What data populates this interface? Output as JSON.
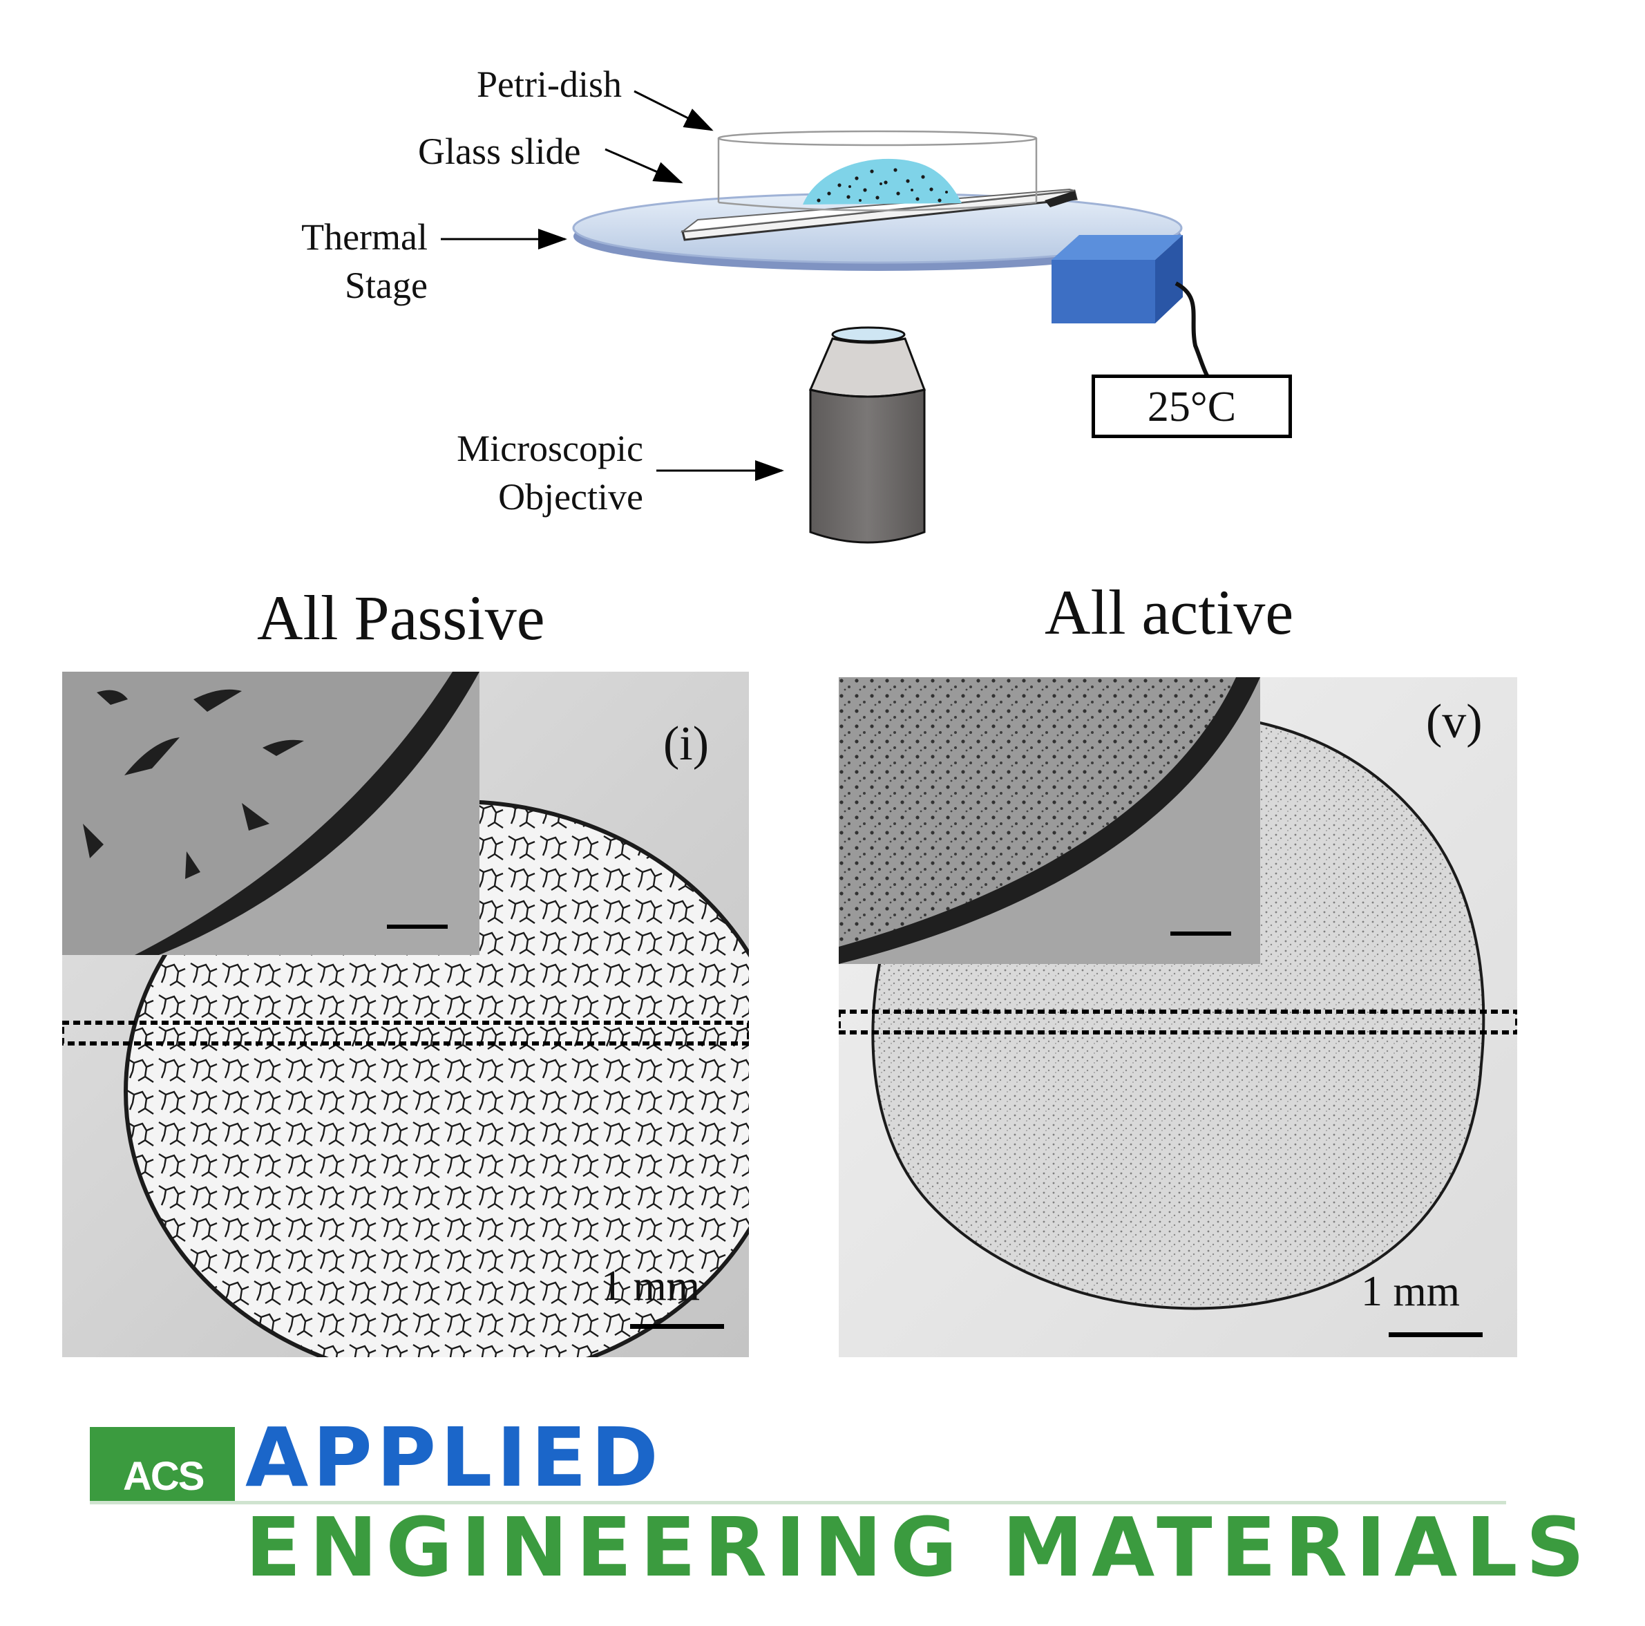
{
  "schematic": {
    "labels": {
      "petri_dish": "Petri-dish",
      "glass_slide": "Glass slide",
      "thermal_stage_line1": "Thermal",
      "thermal_stage_line2": "Stage",
      "objective_line1": "Microscopic",
      "objective_line2": "Objective"
    },
    "temperature": "25°C",
    "colors": {
      "droplet": "#7fd3e8",
      "stage": "#c9d9ee",
      "heater": "#3d6fc4",
      "objective": "#6d6a69"
    }
  },
  "panels": {
    "left": {
      "title": "All Passive",
      "tag": "(i)",
      "scale_label": "1 mm"
    },
    "right": {
      "title": "All active",
      "tag": "(v)",
      "scale_label": "1 mm"
    }
  },
  "logo": {
    "acs": "ACS",
    "line1": "APPLIED",
    "line2": "ENGINEERING MATERIALS",
    "colors": {
      "blue": "#1b66c9",
      "green": "#3b9b3f"
    }
  }
}
